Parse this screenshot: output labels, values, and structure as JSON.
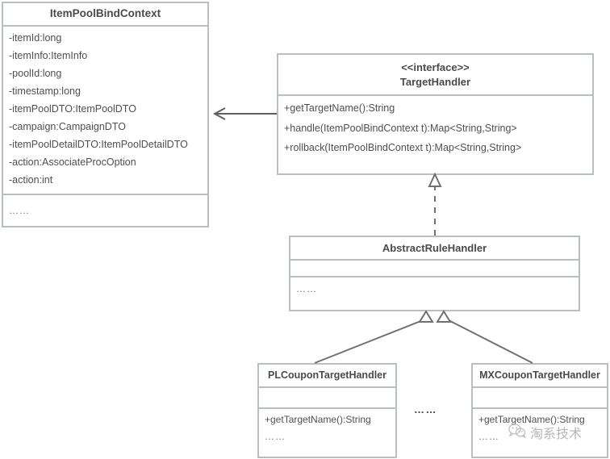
{
  "diagram": {
    "title": "TargetHandler UML class diagram",
    "stroke_color": "#b9bec1",
    "text_color": "#4f4f4f",
    "connector_color": "#606060"
  },
  "classes": {
    "context": {
      "name": "ItemPoolBindContext",
      "attributes": [
        "-itemId:long",
        "-itemInfo:ItemInfo",
        "-poolId:long",
        "-timestamp:long",
        "-itemPoolDTO:ItemPoolDTO",
        "-campaign:CampaignDTO",
        "-itemPoolDetailDTO:ItemPoolDetailDTO",
        "-action:AssociateProcOption",
        "-action:int"
      ],
      "more": "……"
    },
    "interface": {
      "stereotype": "<<interface>>",
      "name": "TargetHandler",
      "operations": [
        "+getTargetName():String",
        "+handle(ItemPoolBindContext t):Map<String,String>",
        "+rollback(ItemPoolBindContext t):Map<String,String>"
      ]
    },
    "abstract": {
      "name": "AbstractRuleHandler",
      "attributes": [],
      "more": "……"
    },
    "pl_handler": {
      "name": "PLCouponTargetHandler",
      "attributes": [],
      "operations": [
        "+getTargetName():String",
        "……"
      ]
    },
    "mx_handler": {
      "name": "MXCouponTargetHandler",
      "attributes": [],
      "operations": [
        "+getTargetName():String",
        "……"
      ]
    }
  },
  "connectors": {
    "dependency_arrow": "open-arrow-left",
    "realization": "dashed-hollow-triangle",
    "generalization_left": "solid-hollow-triangle",
    "generalization_right": "solid-hollow-triangle"
  },
  "ellipsis_between_children": "……",
  "watermark": {
    "icon": "wechat-icon",
    "text": "淘系技术"
  }
}
